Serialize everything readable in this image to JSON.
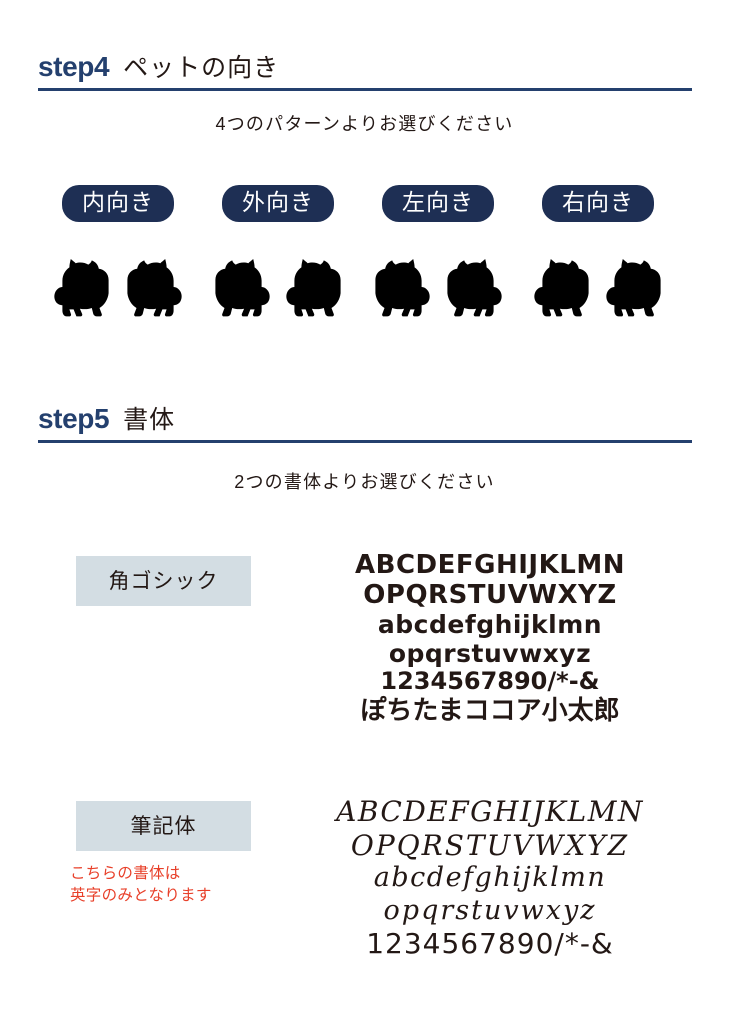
{
  "colors": {
    "accent_navy": "#24406e",
    "button_navy": "#1e2f54",
    "label_bg": "#d3dde3",
    "note_red": "#e8402a",
    "text": "#231815"
  },
  "step4": {
    "number": "step4",
    "title": "ペットの向き",
    "subtitle": "4つのパターンよりお選びください",
    "options": [
      {
        "label": "内向き",
        "left_dog": "right",
        "right_dog": "left"
      },
      {
        "label": "外向き",
        "left_dog": "left",
        "right_dog": "right"
      },
      {
        "label": "左向き",
        "left_dog": "left",
        "right_dog": "left"
      },
      {
        "label": "右向き",
        "left_dog": "right",
        "right_dog": "right"
      }
    ]
  },
  "step5": {
    "number": "step5",
    "title": "書体",
    "subtitle": "2つの書体よりお選びください",
    "fonts": [
      {
        "label": "角ゴシック",
        "note": "",
        "sample_lines": [
          "ABCDEFGHIJKLMN",
          "OPQRSTUVWXYZ",
          "abcdefghijklmn",
          "opqrstuvwxyz",
          "1234567890/*-&",
          "ぽちたまココア小太郎"
        ]
      },
      {
        "label": "筆記体",
        "note_line1": "こちらの書体は",
        "note_line2": "英字のみとなります",
        "sample_lines": [
          "ABCDEFGHIJKLMN",
          "OPQRSTUVWXYZ",
          "abcdefghijklmn",
          "opqrstuvwxyz",
          "1234567890/*-&"
        ]
      }
    ]
  }
}
